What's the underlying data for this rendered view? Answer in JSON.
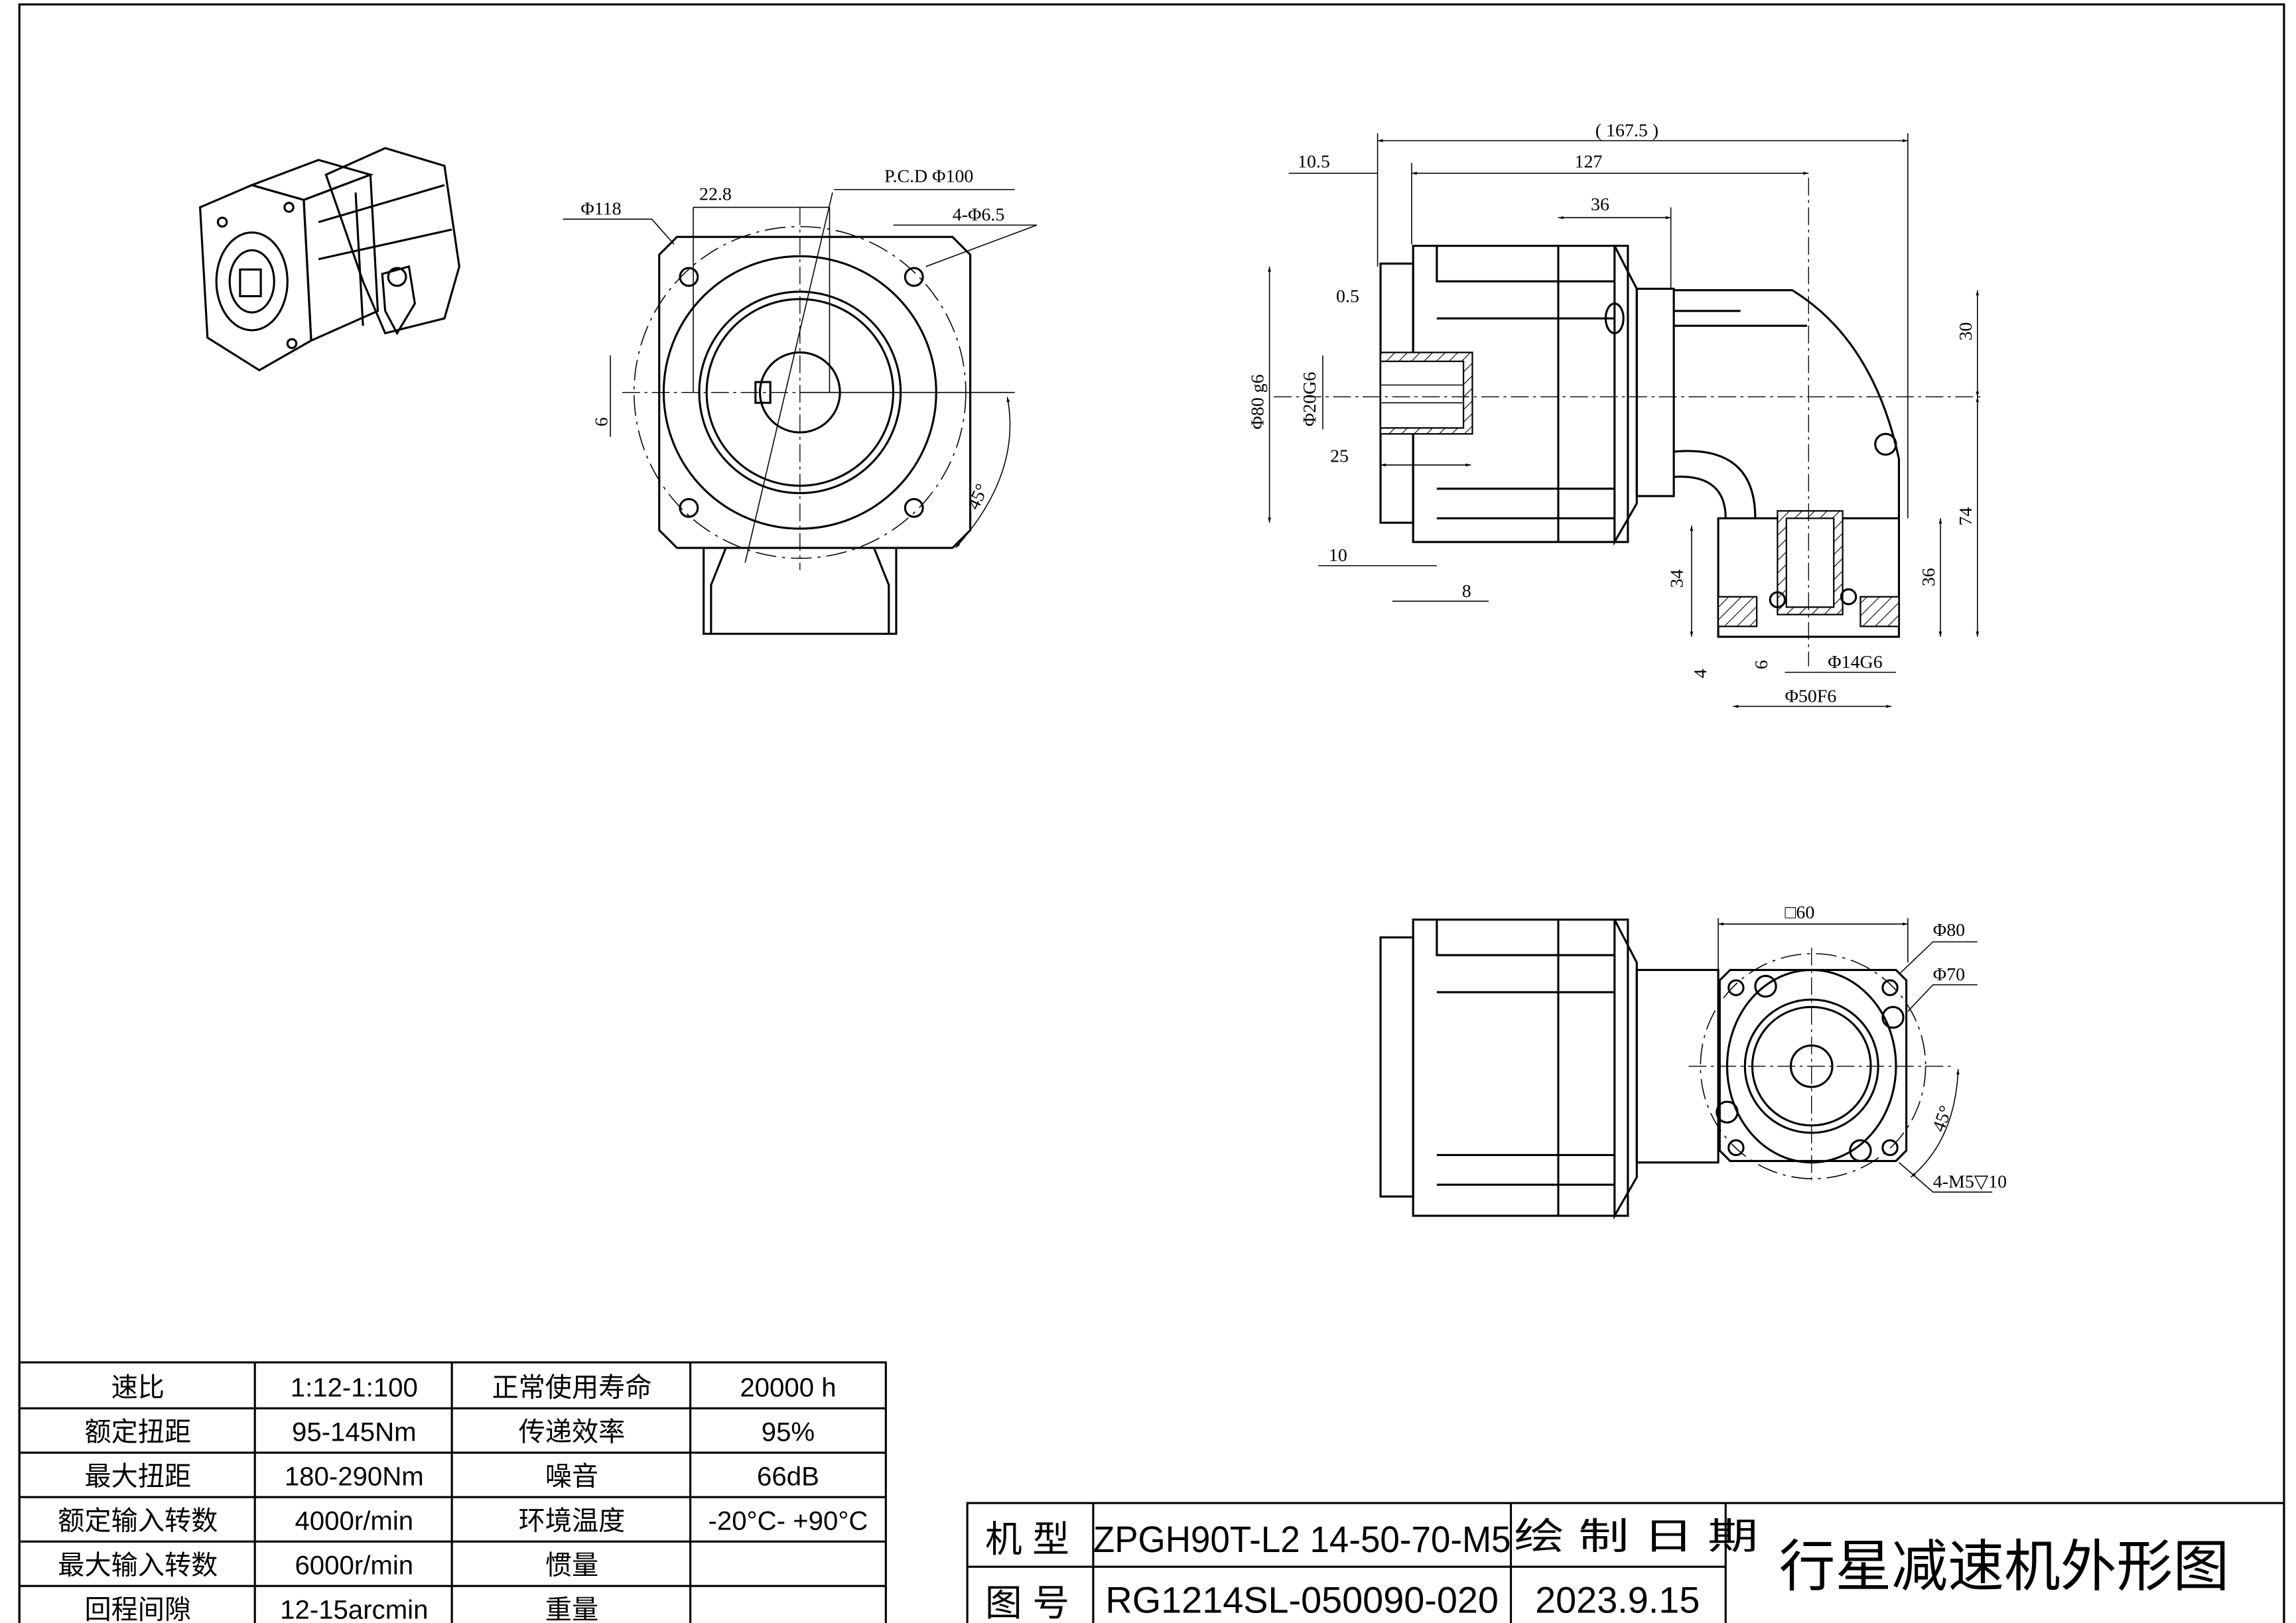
{
  "spec_table": {
    "rows": [
      {
        "label1": "速比",
        "value1": "1:12-1:100",
        "label2": "正常使用寿命",
        "value2": "20000 h"
      },
      {
        "label1": "额定扭距",
        "value1": "95-145Nm",
        "label2": "传递效率",
        "value2": "95%"
      },
      {
        "label1": "最大扭距",
        "value1": "180-290Nm",
        "label2": "噪音",
        "value2": "66dB"
      },
      {
        "label1": "额定输入转数",
        "value1": "4000r/min",
        "label2": "环境温度",
        "value2": "-20°C- +90°C"
      },
      {
        "label1": "最大输入转数",
        "value1": "6000r/min",
        "label2": "惯量",
        "value2": ""
      },
      {
        "label1": "回程间隙",
        "value1": "12-15arcmin",
        "label2": "重量",
        "value2": ""
      }
    ]
  },
  "title_block": {
    "model_label": "机 型",
    "model_value": "ZPGH90T-L2 14-50-70-M5",
    "date_label": "绘 制 日 期",
    "drawing_no_label": "图 号",
    "drawing_no_value": "RG1214SL-050090-020",
    "date_value": "2023.9.15",
    "title": "行星减速机外形图"
  },
  "front_view_dims": {
    "d118": "Φ118",
    "d22_8": "22.8",
    "pcd": "P.C.D Φ100",
    "holes": "4-Φ6.5",
    "key6": "6",
    "angle": "45°"
  },
  "side_view_dims": {
    "overall": "( 167.5 )",
    "d10_5": "10.5",
    "d127": "127",
    "d36_top": "36",
    "d0_5": "0.5",
    "d80g6": "Φ80  g6",
    "d20g6": "Φ20G6",
    "d25": "25",
    "d30": "30",
    "d74": "74",
    "d10": "10",
    "d8": "8",
    "d34": "34",
    "d36_right": "36",
    "d4": "4",
    "d6": "6",
    "d14g6": "Φ14G6",
    "d50f6": "Φ50F6"
  },
  "bottom_view_dims": {
    "sq60": "□60",
    "d80": "Φ80",
    "d70": "Φ70",
    "angle": "45°",
    "thread": "4-M5▽10"
  }
}
